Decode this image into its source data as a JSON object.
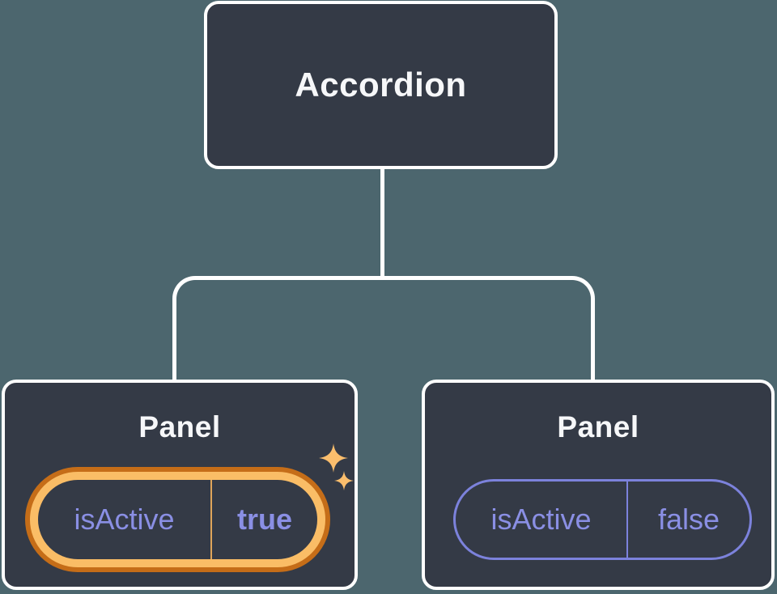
{
  "tree": {
    "root": {
      "label": "Accordion"
    },
    "children": [
      {
        "label": "Panel",
        "state": {
          "name": "isActive",
          "value": "true",
          "highlighted": true
        }
      },
      {
        "label": "Panel",
        "state": {
          "name": "isActive",
          "value": "false",
          "highlighted": false
        }
      }
    ]
  },
  "icons": {
    "sparkle_big": "sparkle-icon",
    "sparkle_small": "sparkle-icon"
  },
  "colors": {
    "background": "#4C666E",
    "node_fill": "#343A46",
    "node_border": "#FFFFFF",
    "connector": "#FFFFFF",
    "label_text": "#F6F7F9",
    "state_text": "#8A8FE4",
    "state_pill_border": "#7C82DC",
    "highlight_ring_outer": "#C56D18",
    "highlight_ring_inner": "#FABD66",
    "highlight_divider": "#DFA45A",
    "sparkle": "#FBBE6D"
  }
}
